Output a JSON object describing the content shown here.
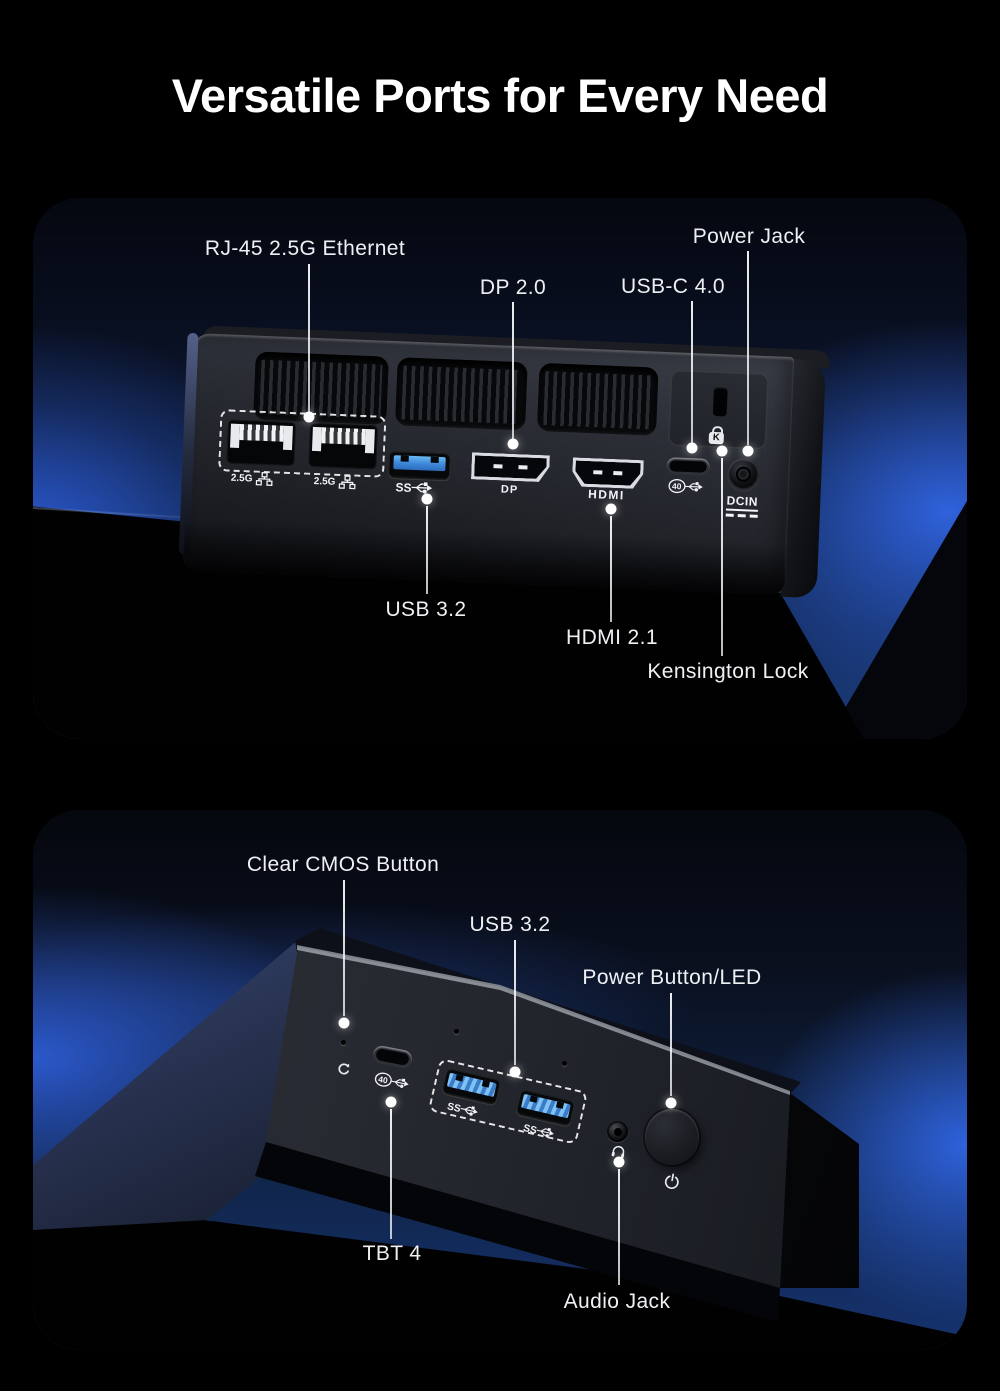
{
  "title": "Versatile Ports for Every Need",
  "colors": {
    "background": "#000000",
    "glow_blue": "#2c5cd8",
    "usb_port_blue": "#3c86d8",
    "label_text": "#eef0f3"
  },
  "rear_view": {
    "callouts": {
      "ethernet": {
        "label": "RJ-45 2.5G Ethernet"
      },
      "dp": {
        "label": "DP 2.0"
      },
      "usbc": {
        "label": "USB-C 4.0"
      },
      "power_jack             ": {
        "label": ""
      },
      "power_jack_": {
        "label": ""
      },
      "power_jack2": {
        "label": ""
      },
      "power_jackX": {
        "label": ""
      },
      "power_jack0": {
        "label": "Power Jack"
      },
      "usb32": {
        "label": "USB 3.2"
      },
      "hdmi": {
        "label": "HDMI 2.1"
      },
      "kensington": {
        "label": "Kensington Lock"
      }
    },
    "port_marks": {
      "lan1": "2.5G",
      "lan2": "2.5G",
      "usb_ss": "SS",
      "dp": "DP",
      "hdmi": "HDMI",
      "usb40": "40",
      "dcin": "DCIN",
      "kensington_letter": "K"
    }
  },
  "front_view": {
    "callouts": {
      "cmos": {
        "label": "Clear CMOS Button"
      },
      "usb32": {
        "label": "USB 3.2"
      },
      "power_button": {
        "label": "Power Button/LED"
      },
      "tbt": {
        "label": "TBT 4"
      },
      "audio": {
        "label": "Audio Jack"
      }
    },
    "port_marks": {
      "usb40": "40",
      "ss1": "SS",
      "ss2": "SS"
    }
  }
}
